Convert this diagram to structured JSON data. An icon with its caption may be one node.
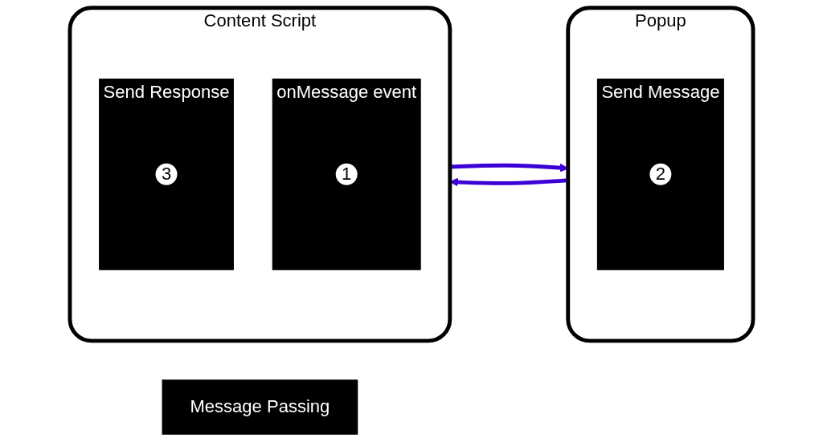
{
  "diagram": {
    "nodes": [
      {
        "text": [
          "Message Passing"
        ]
      },
      {
        "text": [
          "Popup"
        ]
      },
      {
        "text": [
          "Send Message"
        ],
        "in": 1
      },
      {
        "text": [
          "2"
        ],
        "in": 2
      },
      {
        "text": [
          "Content Script"
        ]
      },
      {
        "text": [
          "onMessage event"
        ],
        "in": 4
      },
      {
        "text": [
          "1"
        ],
        "in": 5
      },
      {
        "text": [
          "Send Response"
        ],
        "in": 4
      },
      {
        "text": [
          "3"
        ],
        "in": 7
      }
    ],
    "edges": [
      {
        "from": 1,
        "to": 4,
        "arrow": "to",
        "color": "#3a00d6"
      },
      {
        "from": 4,
        "to": 1,
        "arrow": "to",
        "color": "#3a00d6"
      }
    ]
  }
}
